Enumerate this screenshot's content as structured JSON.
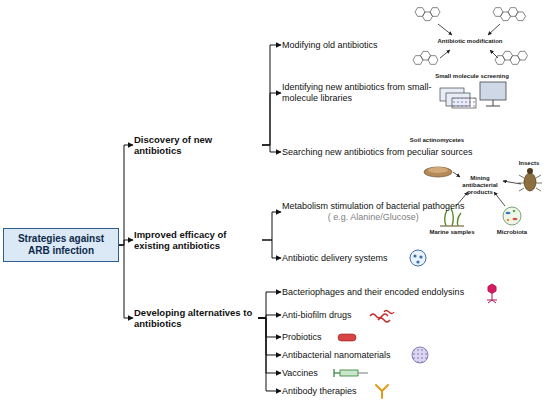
{
  "diagram": {
    "nodes": [
      {
        "text": [
          "Strategies against ARB infection"
        ]
      },
      {
        "text": [
          "Discovery of new antibiotics"
        ]
      },
      {
        "text": [
          "Improved efficacy of existing antibiotics"
        ]
      },
      {
        "text": [
          "Developing alternatives to antibiotics"
        ]
      },
      {
        "text": [
          "Modifying old antibiotics"
        ]
      },
      {
        "text": [
          "Identifying new antibiotics from small-molecule libraries"
        ]
      },
      {
        "text": [
          "Searching new antibiotics from peculiar sources"
        ]
      },
      {
        "text": [
          "Metabolism stimulation of bacterial pathogens",
          "( e.g. Alanine/Glucose)"
        ]
      },
      {
        "text": [
          "Antibiotic delivery systems"
        ]
      },
      {
        "text": [
          "Bacteriophages and their encoded endolysins"
        ]
      },
      {
        "text": [
          "Anti-biofilm drugs"
        ]
      },
      {
        "text": [
          "Probiotics"
        ]
      },
      {
        "text": [
          "Antibacterial nanomaterials"
        ]
      },
      {
        "text": [
          "Vaccines"
        ]
      },
      {
        "text": [
          "Antibody therapies"
        ]
      }
    ],
    "edges": [
      {
        "from": 0,
        "to": 1,
        "arrow": "to"
      },
      {
        "from": 0,
        "to": 2,
        "arrow": "to"
      },
      {
        "from": 0,
        "to": 3,
        "arrow": "to"
      },
      {
        "from": 1,
        "to": 4,
        "arrow": "to"
      },
      {
        "from": 1,
        "to": 5,
        "arrow": "to"
      },
      {
        "from": 1,
        "to": 6,
        "arrow": "to"
      },
      {
        "from": 2,
        "to": 7,
        "arrow": "to"
      },
      {
        "from": 2,
        "to": 8,
        "arrow": "to"
      },
      {
        "from": 3,
        "to": 9,
        "arrow": "to"
      },
      {
        "from": 3,
        "to": 10,
        "arrow": "to"
      },
      {
        "from": 3,
        "to": 11,
        "arrow": "to"
      },
      {
        "from": 3,
        "to": 12,
        "arrow": "to"
      },
      {
        "from": 3,
        "to": 13,
        "arrow": "to"
      },
      {
        "from": 3,
        "to": 14,
        "arrow": "to"
      }
    ],
    "labels": [
      "Antibiotic modification",
      "Small molecule screening",
      "Soil actinomycetes",
      "Insects",
      "Mining antibacterial products",
      "Marine samples",
      "Microbiota"
    ]
  }
}
